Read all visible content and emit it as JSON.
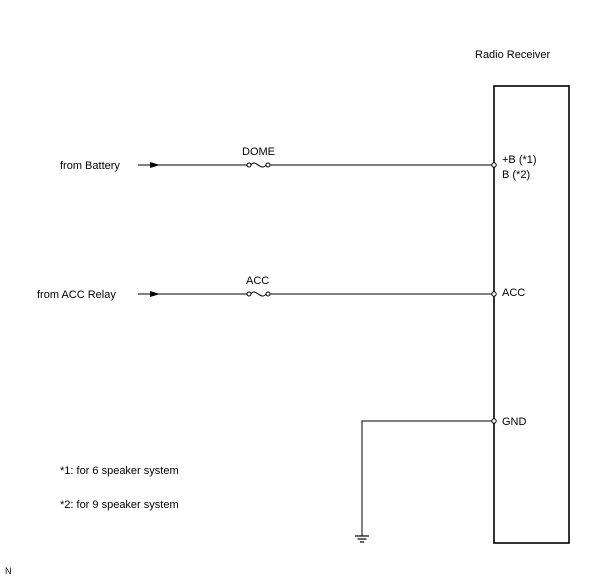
{
  "component": {
    "title": "Radio Receiver"
  },
  "circuits": [
    {
      "source": "from Battery",
      "fuse": "DOME",
      "terminal_line1": "+B (*1)",
      "terminal_line2": "B (*2)"
    },
    {
      "source": "from ACC Relay",
      "fuse": "ACC",
      "terminal_line1": "ACC"
    }
  ],
  "ground_terminal": "GND",
  "notes": [
    "*1: for 6 speaker system",
    "*2: for 9 speaker system"
  ],
  "corner_mark": "N"
}
